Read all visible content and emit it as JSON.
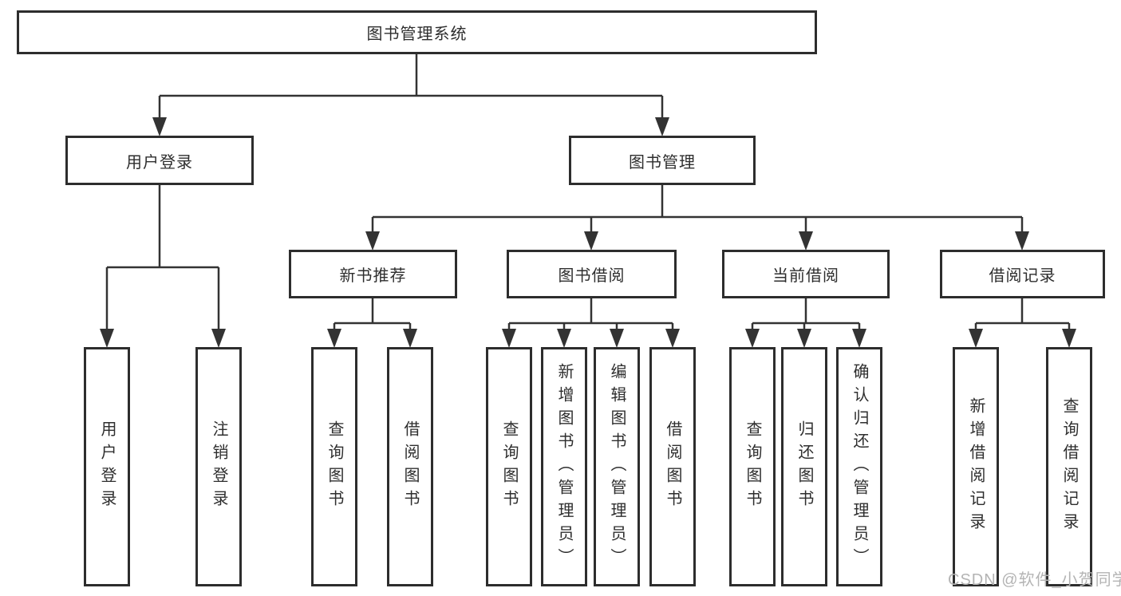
{
  "diagram": {
    "root": {
      "label": "图书管理系统"
    },
    "level2": [
      {
        "label": "用户登录"
      },
      {
        "label": "图书管理"
      }
    ],
    "level3": [
      {
        "label": "新书推荐"
      },
      {
        "label": "图书借阅"
      },
      {
        "label": "当前借阅"
      },
      {
        "label": "借阅记录"
      }
    ],
    "leaves": {
      "user_login": [
        {
          "label": "用户登录"
        },
        {
          "label": "注销登录"
        }
      ],
      "new_book_recommend": [
        {
          "label": "查询图书"
        },
        {
          "label": "借阅图书"
        }
      ],
      "book_borrow": [
        {
          "label": "查询图书"
        },
        {
          "label": "新增图书（管理员）"
        },
        {
          "label": "编辑图书（管理员）"
        },
        {
          "label": "借阅图书"
        }
      ],
      "current_borrow": [
        {
          "label": "查询图书"
        },
        {
          "label": "归还图书"
        },
        {
          "label": "确认归还（管理员）"
        }
      ],
      "borrow_records": [
        {
          "label": "新增借阅记录"
        },
        {
          "label": "查询借阅记录"
        }
      ]
    }
  },
  "watermark": {
    "text": "CSDN @软件_小贺同学"
  },
  "colors": {
    "line": "#333333",
    "border": "#2d2d2d",
    "text": "#2e2e2e",
    "watermark": "#b4b4b4",
    "background": "#ffffff"
  }
}
